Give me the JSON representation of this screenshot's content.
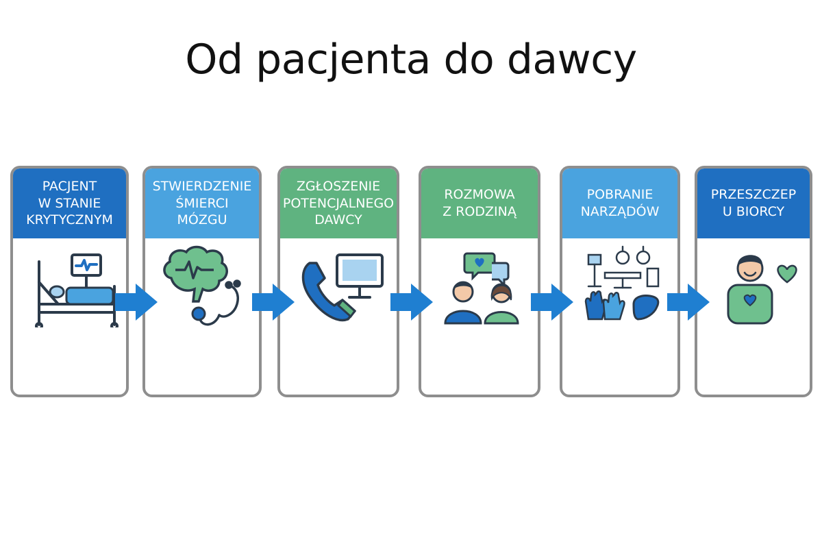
{
  "title": "Od pacjenta do dawcy",
  "steps": [
    {
      "label": "PACJENT\nW STANIE\nKRYTYCZNYM",
      "color": "#1f6fc1",
      "icon": "hospital-bed-monitor-icon"
    },
    {
      "label": "STWIERDZENIE\nŚMIERCI\nMÓZGU",
      "color": "#4aa3df",
      "icon": "brain-stethoscope-icon"
    },
    {
      "label": "ZGŁOSZENIE\nPOTENCJALNEGO\nDAWCY",
      "color": "#5fb380",
      "icon": "phone-computer-icon"
    },
    {
      "label": "ROZMOWA\nZ RODZINĄ",
      "color": "#5fb380",
      "icon": "conversation-people-icon"
    },
    {
      "label": "POBRANIE\nNARZĄDÓW",
      "color": "#4aa3df",
      "icon": "surgery-equipment-icon"
    },
    {
      "label": "PRZESZCZEP\nU BIORCY",
      "color": "#1f6fc1",
      "icon": "recipient-heart-icon"
    }
  ],
  "colors": {
    "arrow": "#1f7fd1",
    "card_border": "#8e8e8e",
    "icon_outline": "#2b3a4a",
    "icon_blue": "#1f6fc1",
    "icon_green": "#5fb380",
    "icon_lightblue": "#4aa3df"
  }
}
